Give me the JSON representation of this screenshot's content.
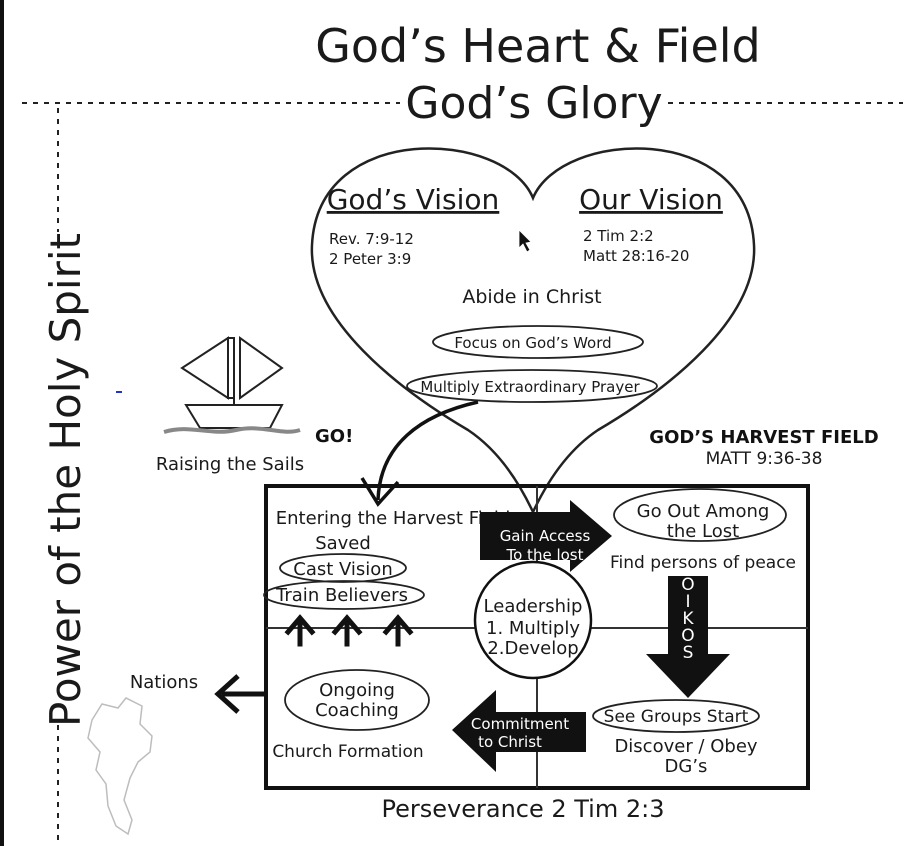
{
  "title": {
    "line1": "God’s Heart & Field",
    "line2": "God’s Glory"
  },
  "side_label": "Power of the Holy Spirit",
  "heart": {
    "left_heading": "God’s Vision",
    "left_refs": [
      "Rev. 7:9-12",
      "2 Peter 3:9"
    ],
    "right_heading": "Our Vision",
    "right_refs": [
      "2 Tim 2:2",
      "Matt 28:16-20"
    ],
    "center": "Abide in Christ",
    "ovals": [
      "Focus on God’s Word",
      "Multiply Extraordinary Prayer"
    ]
  },
  "boat_label": "Raising the Sails",
  "go_label": "GO!",
  "field": {
    "title": "GOD’S HARVEST FIELD",
    "ref": "MATT 9:36-38"
  },
  "q1": {
    "line1": "Entering the Harvest Field",
    "line2": "Saved",
    "ovals": [
      "Cast Vision",
      "Train Believers"
    ]
  },
  "gain_access": [
    "Gain Access",
    "To the lost"
  ],
  "q2": {
    "oval": [
      "Go Out Among",
      "the Lost"
    ],
    "text": "Find persons of peace"
  },
  "oikos": "OIKOS",
  "center_circle": [
    "Leadership",
    "1. Multiply",
    "2.Develop"
  ],
  "q3": {
    "oval": [
      "Ongoing",
      "Coaching"
    ],
    "text": "Church Formation"
  },
  "commitment": [
    "Commitment",
    "to Christ"
  ],
  "q4": {
    "oval": "See Groups Start",
    "line1": "Discover / Obey",
    "line2": "DG’s"
  },
  "nations_label": "Nations",
  "bottom_label": "Perseverance 2 Tim 2:3",
  "colors": {
    "ink": "#1a1a1a",
    "background": "#ffffff"
  }
}
